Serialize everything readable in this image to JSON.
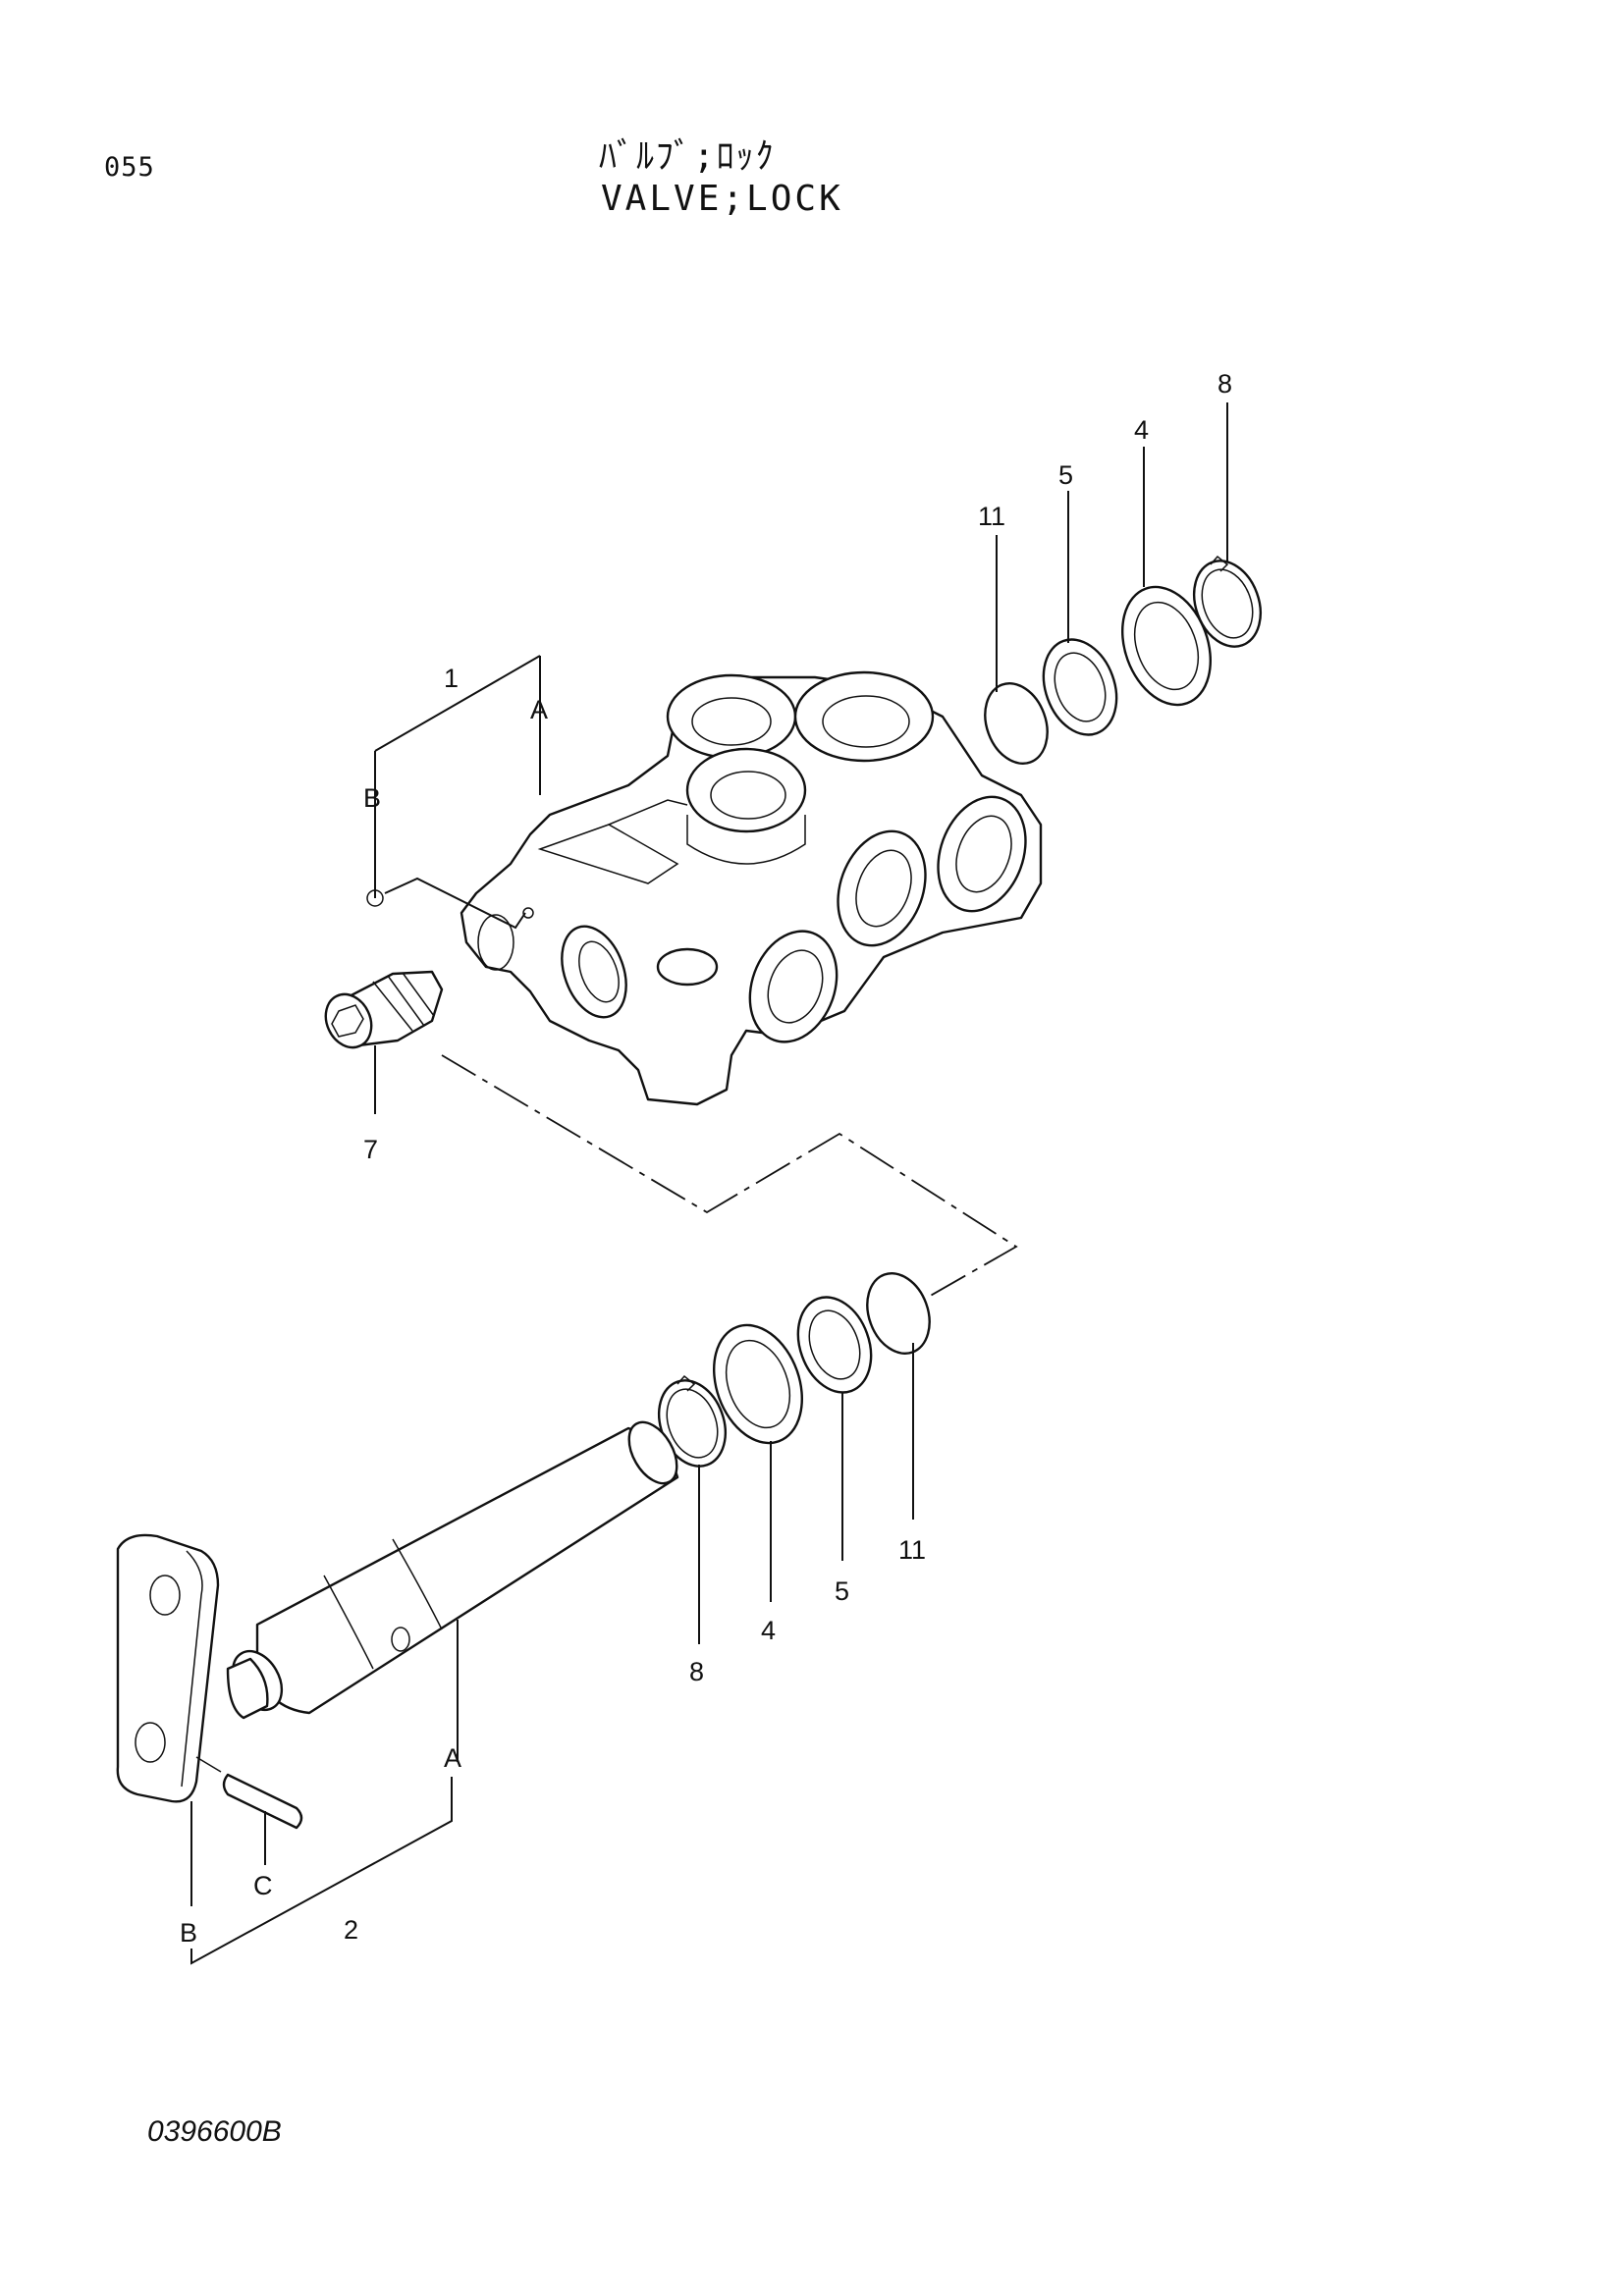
{
  "header": {
    "page_number": "055",
    "title_jp": "ﾊﾞﾙﾌﾞ;ﾛｯｸ",
    "title_en": "VALVE;LOCK"
  },
  "footer": {
    "drawing_number": "0396600B"
  },
  "callouts": {
    "upper": {
      "p1": "1",
      "pA": "A",
      "pB": "B",
      "p7": "7",
      "p11": "11",
      "p5": "5",
      "p4": "4",
      "p8": "8"
    },
    "lower": {
      "p8": "8",
      "p4": "4",
      "p5": "5",
      "p11": "11",
      "pA": "A",
      "pB": "B",
      "pC": "C",
      "p2": "2"
    }
  }
}
